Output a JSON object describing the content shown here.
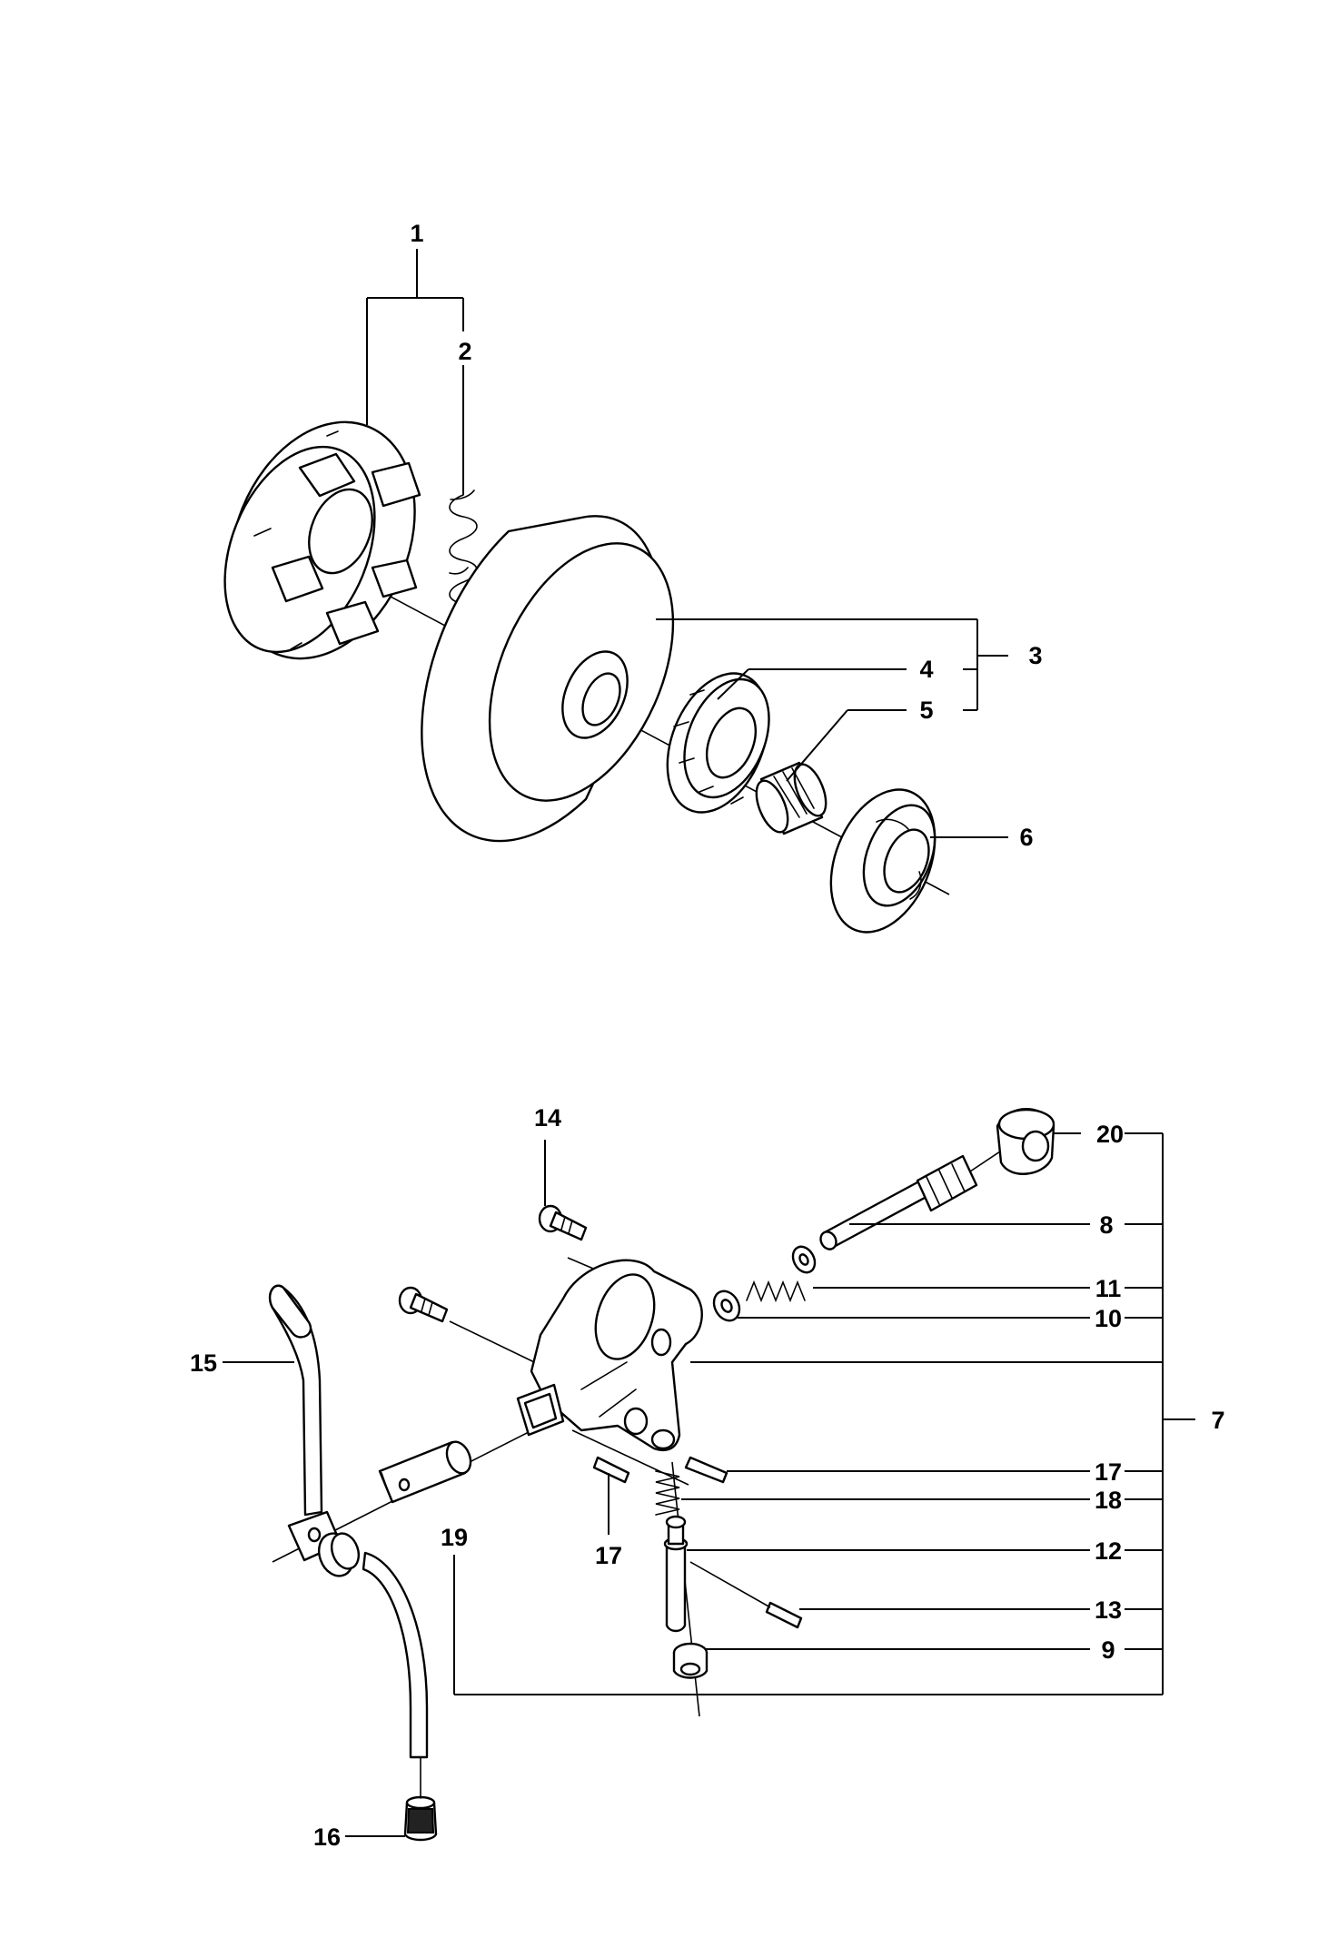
{
  "callouts": {
    "c1": "1",
    "c2": "2",
    "c3": "3",
    "c4": "4",
    "c5": "5",
    "c6": "6",
    "c7": "7",
    "c8": "8",
    "c9": "9",
    "c10": "10",
    "c11": "11",
    "c12": "12",
    "c13": "13",
    "c14": "14",
    "c15": "15",
    "c16": "16",
    "c17a": "17",
    "c17b": "17",
    "c18": "18",
    "c19": "19",
    "c20": "20"
  }
}
